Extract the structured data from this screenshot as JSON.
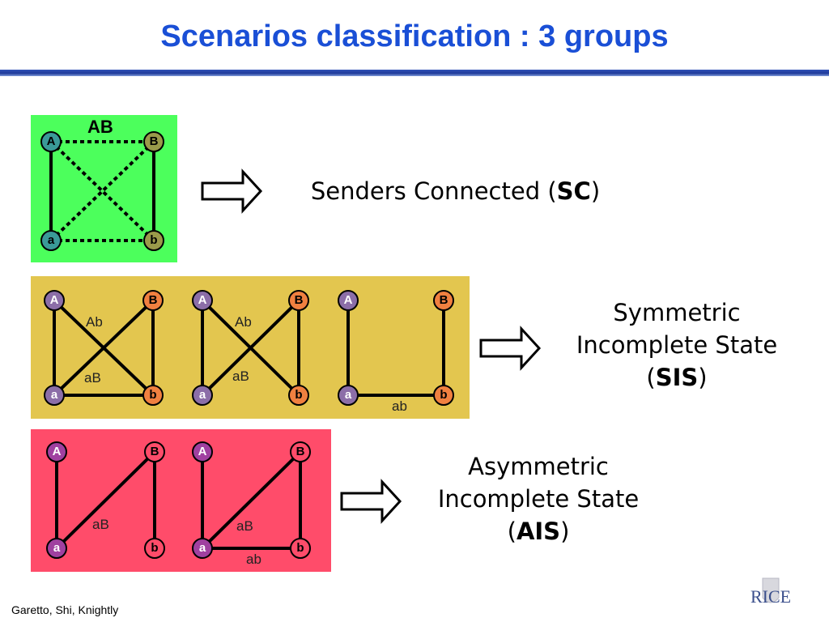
{
  "title": "Scenarios classification : 3 groups",
  "colors": {
    "title": "#1a4fd6",
    "sc_bg": "#4cff5c",
    "sis_bg": "#e3c64f",
    "ais_bg": "#ff4c6a"
  },
  "sc": {
    "group_label": "AB",
    "nodes": {
      "A": "A",
      "B": "B",
      "a": "a",
      "b": "b"
    },
    "caption": {
      "prefix": "Senders Connected (",
      "abbr": "SC",
      "suffix": ")"
    }
  },
  "sis": {
    "graphs": [
      {
        "nodes": {
          "A": "A",
          "B": "B",
          "a": "a",
          "b": "b"
        },
        "edge_labels": {
          "Ab": "Ab",
          "aB": "aB"
        }
      },
      {
        "nodes": {
          "A": "A",
          "B": "B",
          "a": "a",
          "b": "b"
        },
        "edge_labels": {
          "Ab": "Ab",
          "aB": "aB"
        }
      },
      {
        "nodes": {
          "A": "A",
          "B": "B",
          "a": "a",
          "b": "b"
        },
        "edge_labels": {
          "ab": "ab"
        }
      }
    ],
    "caption": {
      "line1": "Symmetric",
      "line2": "Incomplete State",
      "prefix": "(",
      "abbr": "SIS",
      "suffix": ")"
    }
  },
  "ais": {
    "graphs": [
      {
        "nodes": {
          "A": "A",
          "B": "B",
          "a": "a",
          "b": "b"
        },
        "edge_labels": {
          "aB": "aB"
        }
      },
      {
        "nodes": {
          "A": "A",
          "B": "B",
          "a": "a",
          "b": "b"
        },
        "edge_labels": {
          "aB": "aB",
          "ab": "ab"
        }
      }
    ],
    "caption": {
      "line1": "Asymmetric",
      "line2": "Incomplete State",
      "prefix": "(",
      "abbr": "AIS",
      "suffix": ")"
    }
  },
  "footer": "Garetto, Shi, Knightly",
  "logo": {
    "text": "RICE",
    "icon": "rice-university-logo-icon"
  }
}
